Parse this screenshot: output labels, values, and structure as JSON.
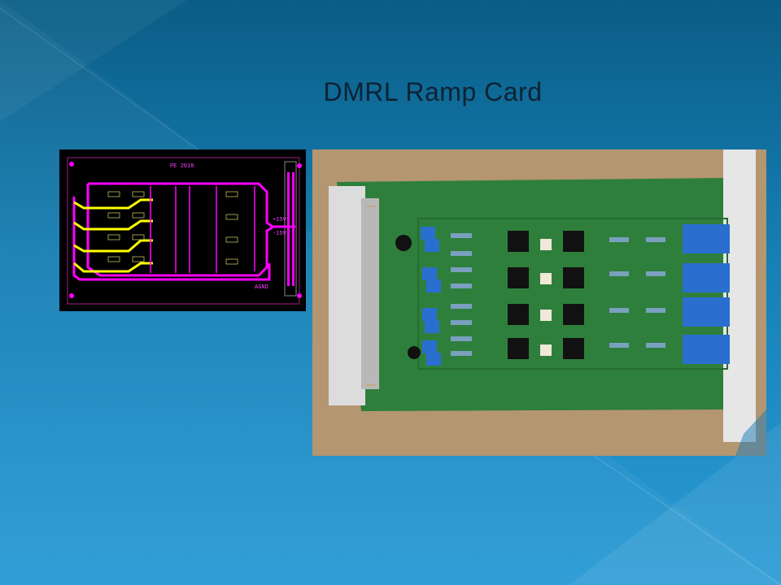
{
  "slide": {
    "title": "DMRL Ramp Card"
  },
  "layout_image": {
    "board_label": "PE 2018",
    "agnd_label": "AGND",
    "plus_label": "+15V",
    "minus_label": "-15V"
  },
  "colors": {
    "trace_top": "#ff00ff",
    "trace_power": "#ffff00",
    "trace_bottom": "#9a9a20",
    "board": "#2e7d3a",
    "trimpot": "#2a6fd0"
  }
}
